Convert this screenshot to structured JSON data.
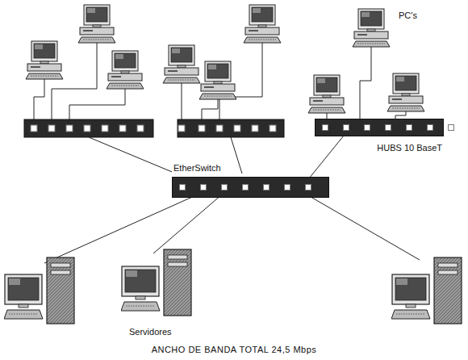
{
  "diagram": {
    "caption": "ANCHO DE BANDA TOTAL 24,5 Mbps",
    "nodes": [
      {
        "text": [
          "HUBS 10 BaseT"
        ]
      },
      {
        "text": [
          "EtherSwitch"
        ]
      }
    ],
    "edges": [
      {
        "from": 1,
        "to": 0,
        "arrow": "none"
      }
    ],
    "labels": [
      "PC's",
      "Servidores"
    ]
  }
}
